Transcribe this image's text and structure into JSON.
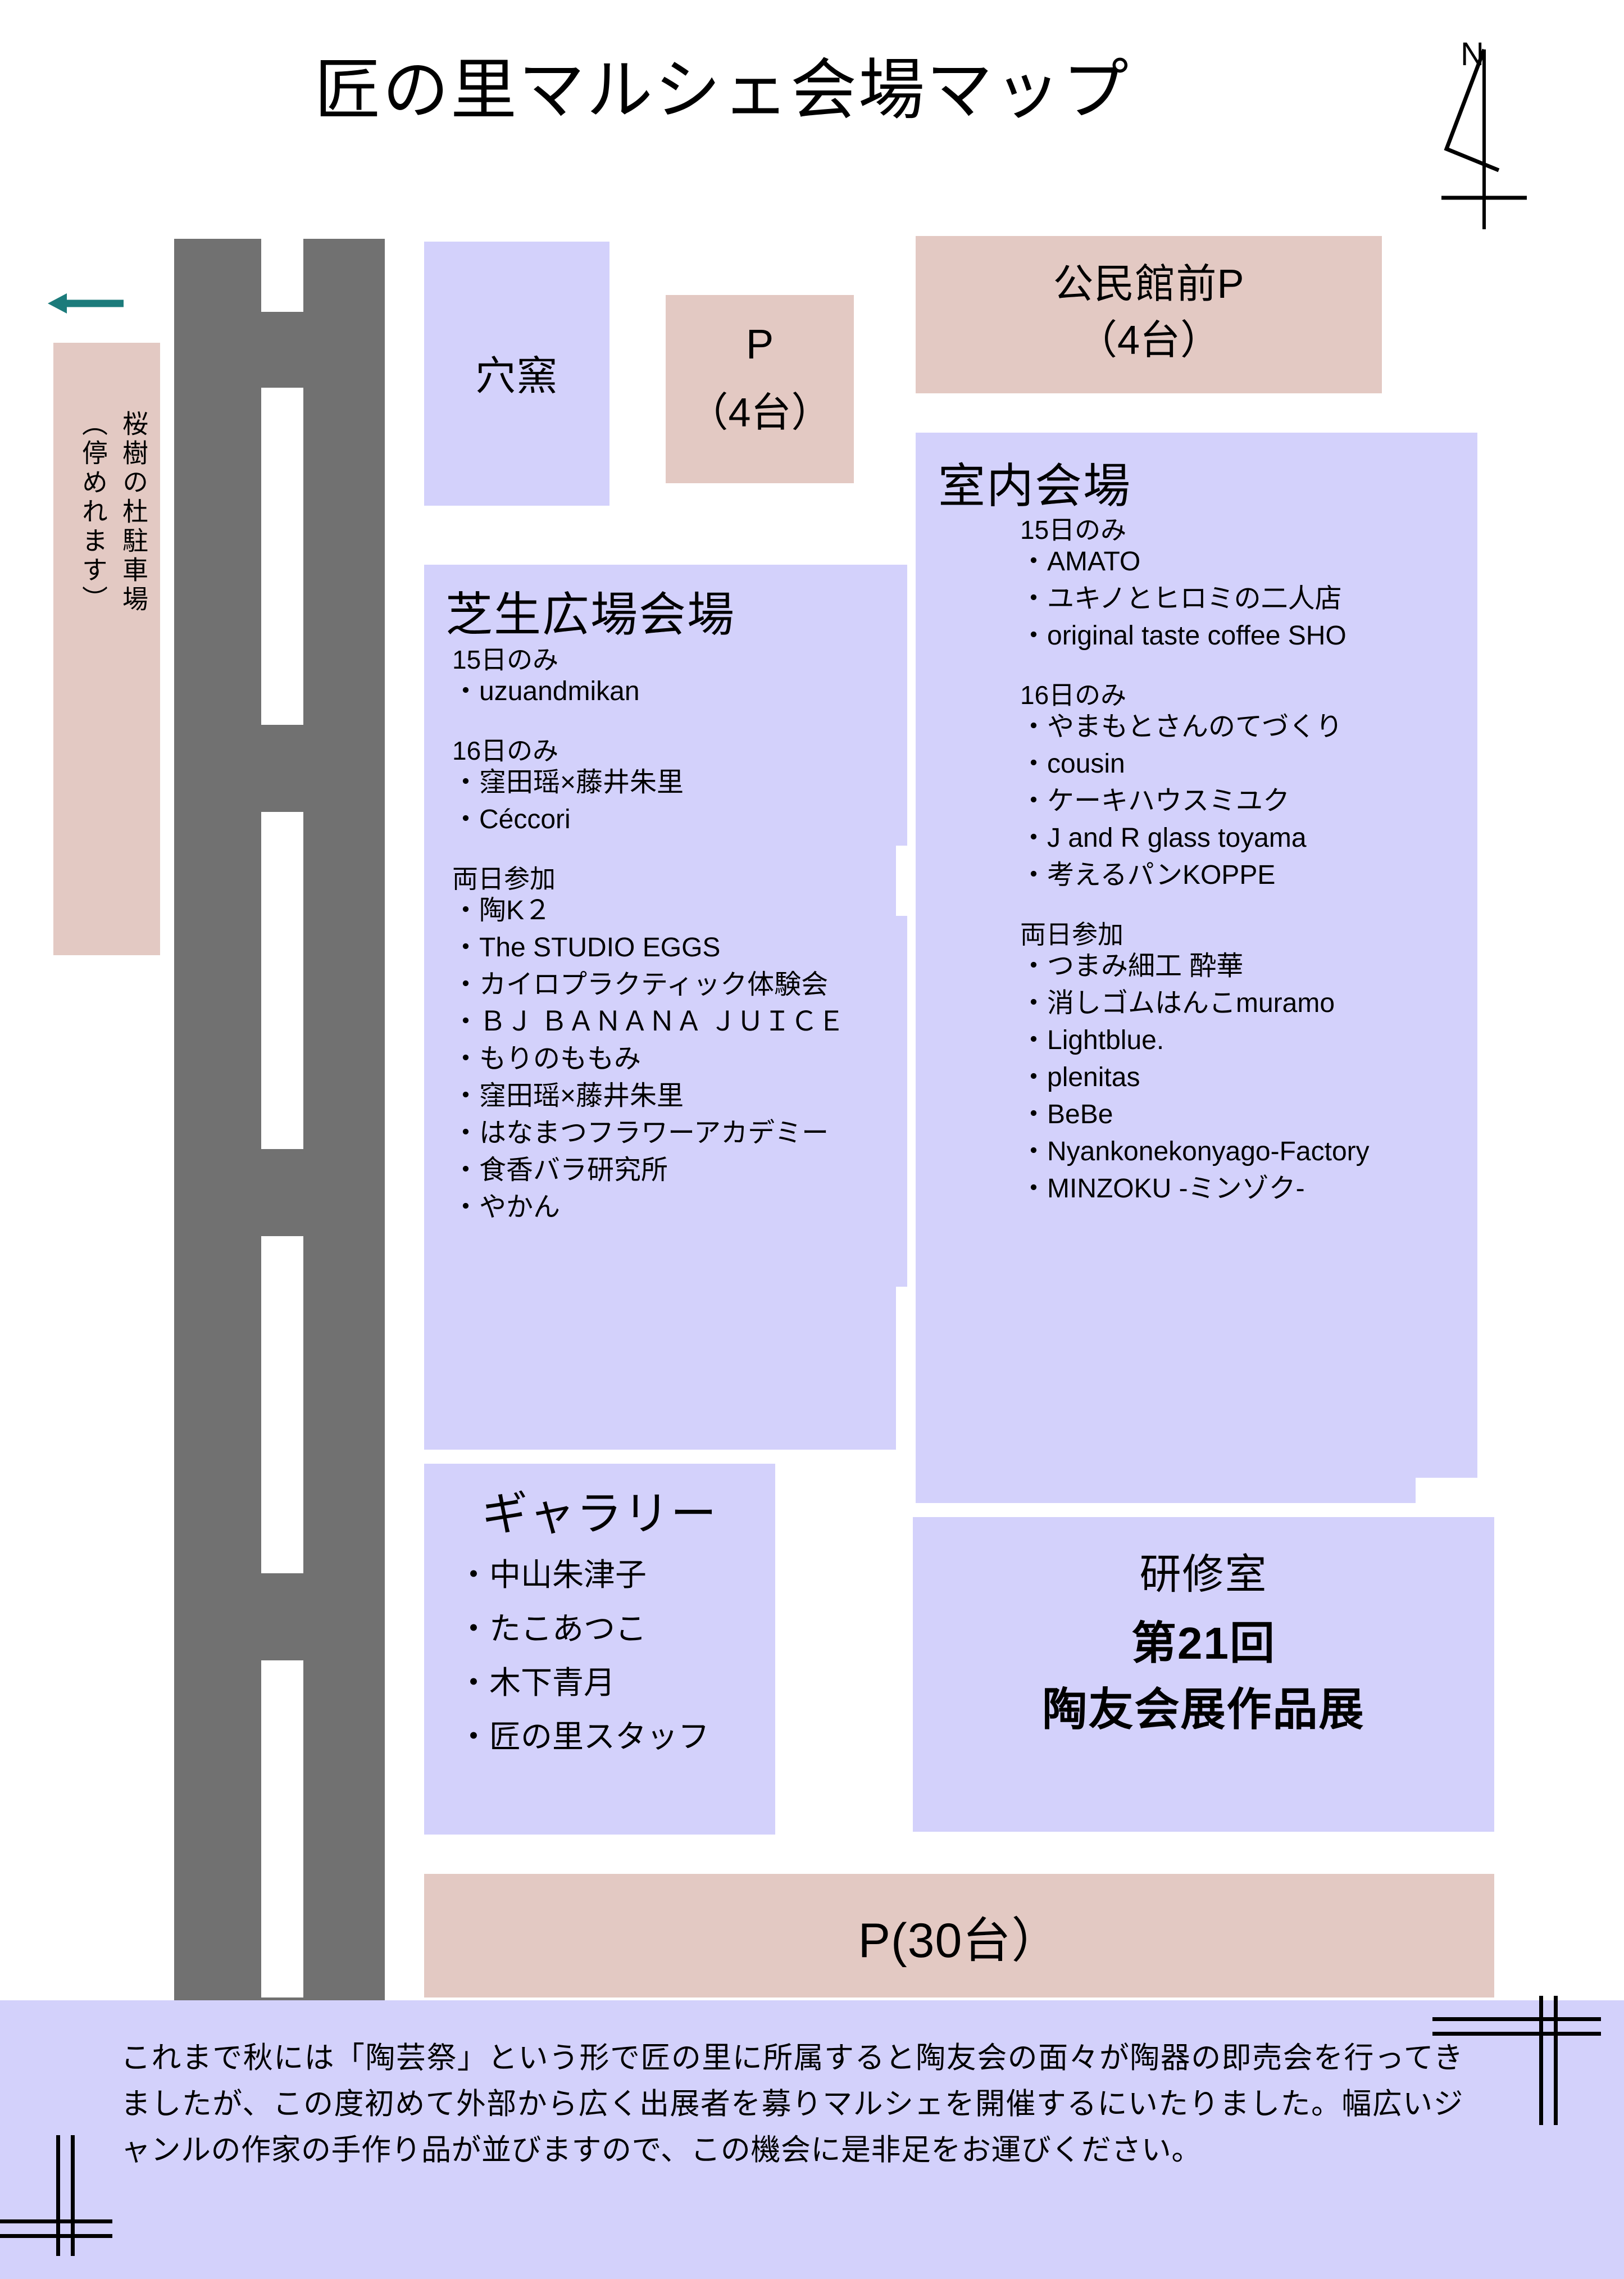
{
  "title": "匠の里マルシェ会場マップ",
  "compass": {
    "label": "N",
    "icon": "north-arrow-icon"
  },
  "left_parking": {
    "arrow_icon": "arrow-left-icon",
    "arrow_color": "#1c7b7b",
    "line1": "桜樹の杜駐車場",
    "line2": "（停めれます）"
  },
  "anagama": {
    "label": "穴窯"
  },
  "parking_4a": {
    "line1": "P",
    "line2": "（4台）"
  },
  "kouminkan_parking": {
    "line1": "公民館前P",
    "line2": "（4台）"
  },
  "indoor_venue": {
    "heading": "室内会場",
    "groups": [
      {
        "label": "15日のみ",
        "items": [
          "AMATO",
          "ユキノとヒロミの二人店",
          "original taste coffee SHO"
        ]
      },
      {
        "label": "16日のみ",
        "items": [
          "やまもとさんのてづくり",
          "cousin",
          "ケーキハウスミユク",
          "J and R glass toyama",
          "考えるパンKOPPE"
        ]
      },
      {
        "label": "両日参加",
        "items": [
          "つまみ細工 酔華",
          "消しゴムはんこmuramo",
          "Lightblue.",
          "plenitas",
          "BeBe",
          "Nyankonekonyago-Factory",
          "MINZOKU -ミンゾク-"
        ]
      }
    ]
  },
  "lawn_venue": {
    "heading": "芝生広場会場",
    "groups": [
      {
        "label": "15日のみ",
        "items": [
          "uzuandmikan"
        ]
      },
      {
        "label": "16日のみ",
        "items": [
          "窪田瑶×藤井朱里",
          "Céccori"
        ]
      },
      {
        "label": "両日参加",
        "items": [
          "陶K２",
          "The STUDIO EGGS",
          "カイロプラクティック体験会",
          "ＢＪ ＢＡＮＡＮＡ ＪＵＩＣＥ",
          "もりのももみ",
          "窪田瑶×藤井朱里",
          "はなまつフラワーアカデミー",
          "食香バラ研究所",
          "やかん"
        ]
      }
    ]
  },
  "gallery": {
    "heading": "ギャラリー",
    "items": [
      "・中山朱津子",
      "・たこあつこ",
      "・木下青月",
      "・匠の里スタッフ"
    ]
  },
  "training_room": {
    "line1": "研修室",
    "line2": "第21回",
    "line3": "陶友会展作品展"
  },
  "bottom_parking": {
    "label": "P(30台）"
  },
  "footer": {
    "text": "これまで秋には「陶芸祭」という形で匠の里に所属すると陶友会の面々が陶器の即売会を行ってきましたが、この度初めて外部から広く出展者を募りマルシェを開催するにいたりました。幅広いジャンルの作家の手作り品が並びますので、この機会に是非足をお運びください。"
  },
  "colors": {
    "lavender": "#d3d1fb",
    "pink": "#e3c9c3",
    "road": "#717171",
    "arrow_teal": "#1c7b7b"
  }
}
